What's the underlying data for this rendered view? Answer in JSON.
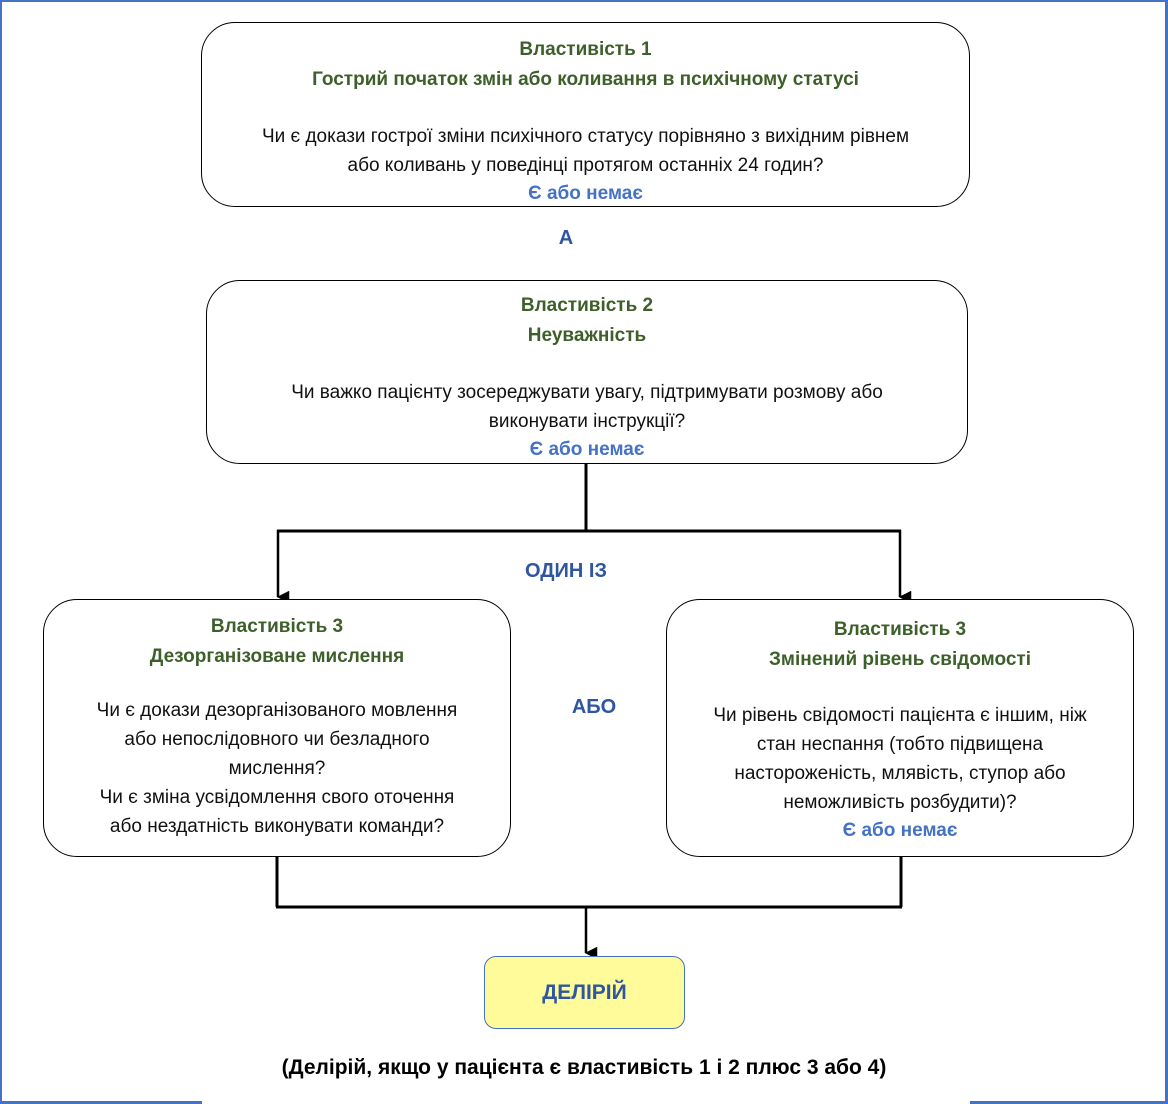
{
  "colors": {
    "frame": "#4472C4",
    "title_green": "#3D5F2A",
    "answer_blue": "#4472C4",
    "connector_label_blue": "#2F56A0",
    "result_fill": "#FFFB9A"
  },
  "feature1": {
    "heading": "Властивість 1",
    "subtitle": "Гострий початок змін або коливання в психічному статусі",
    "question_lines": [
      "Чи є докази гострої зміни психічного статусу порівняно з вихідним рівнем",
      "або коливань у поведінці протягом останніх 24 годин?"
    ],
    "answer": "Є або немає"
  },
  "connector_and": "А",
  "feature2": {
    "heading": "Властивість 2",
    "subtitle": "Неуважність",
    "question_lines": [
      "Чи важко пацієнту зосереджувати увагу, підтримувати розмову або",
      "виконувати інструкції?"
    ],
    "answer": "Є або немає"
  },
  "connector_one_of": "ОДИН ІЗ",
  "connector_or": "АБО",
  "feature3a": {
    "heading": "Властивість 3",
    "subtitle": "Дезорганізоване мислення",
    "question_lines": [
      "Чи є докази дезорганізованого мовлення",
      "або непослідовного чи безладного",
      "мислення?",
      "Чи є зміна усвідомлення свого оточення",
      "або нездатність виконувати команди?"
    ]
  },
  "feature3b": {
    "heading": "Властивість 3",
    "subtitle": "Змінений рівень свідомості",
    "question_lines": [
      "Чи рівень свідомості пацієнта є іншим, ніж",
      "стан неспання (тобто підвищена",
      "настороженість, млявість, ступор або",
      "неможливість розбудити)?"
    ],
    "answer": "Є або немає"
  },
  "result": "ДЕЛІРІЙ",
  "footnote": "(Делірій, якщо у пацієнта є властивість 1 і 2 плюс 3 або 4)"
}
